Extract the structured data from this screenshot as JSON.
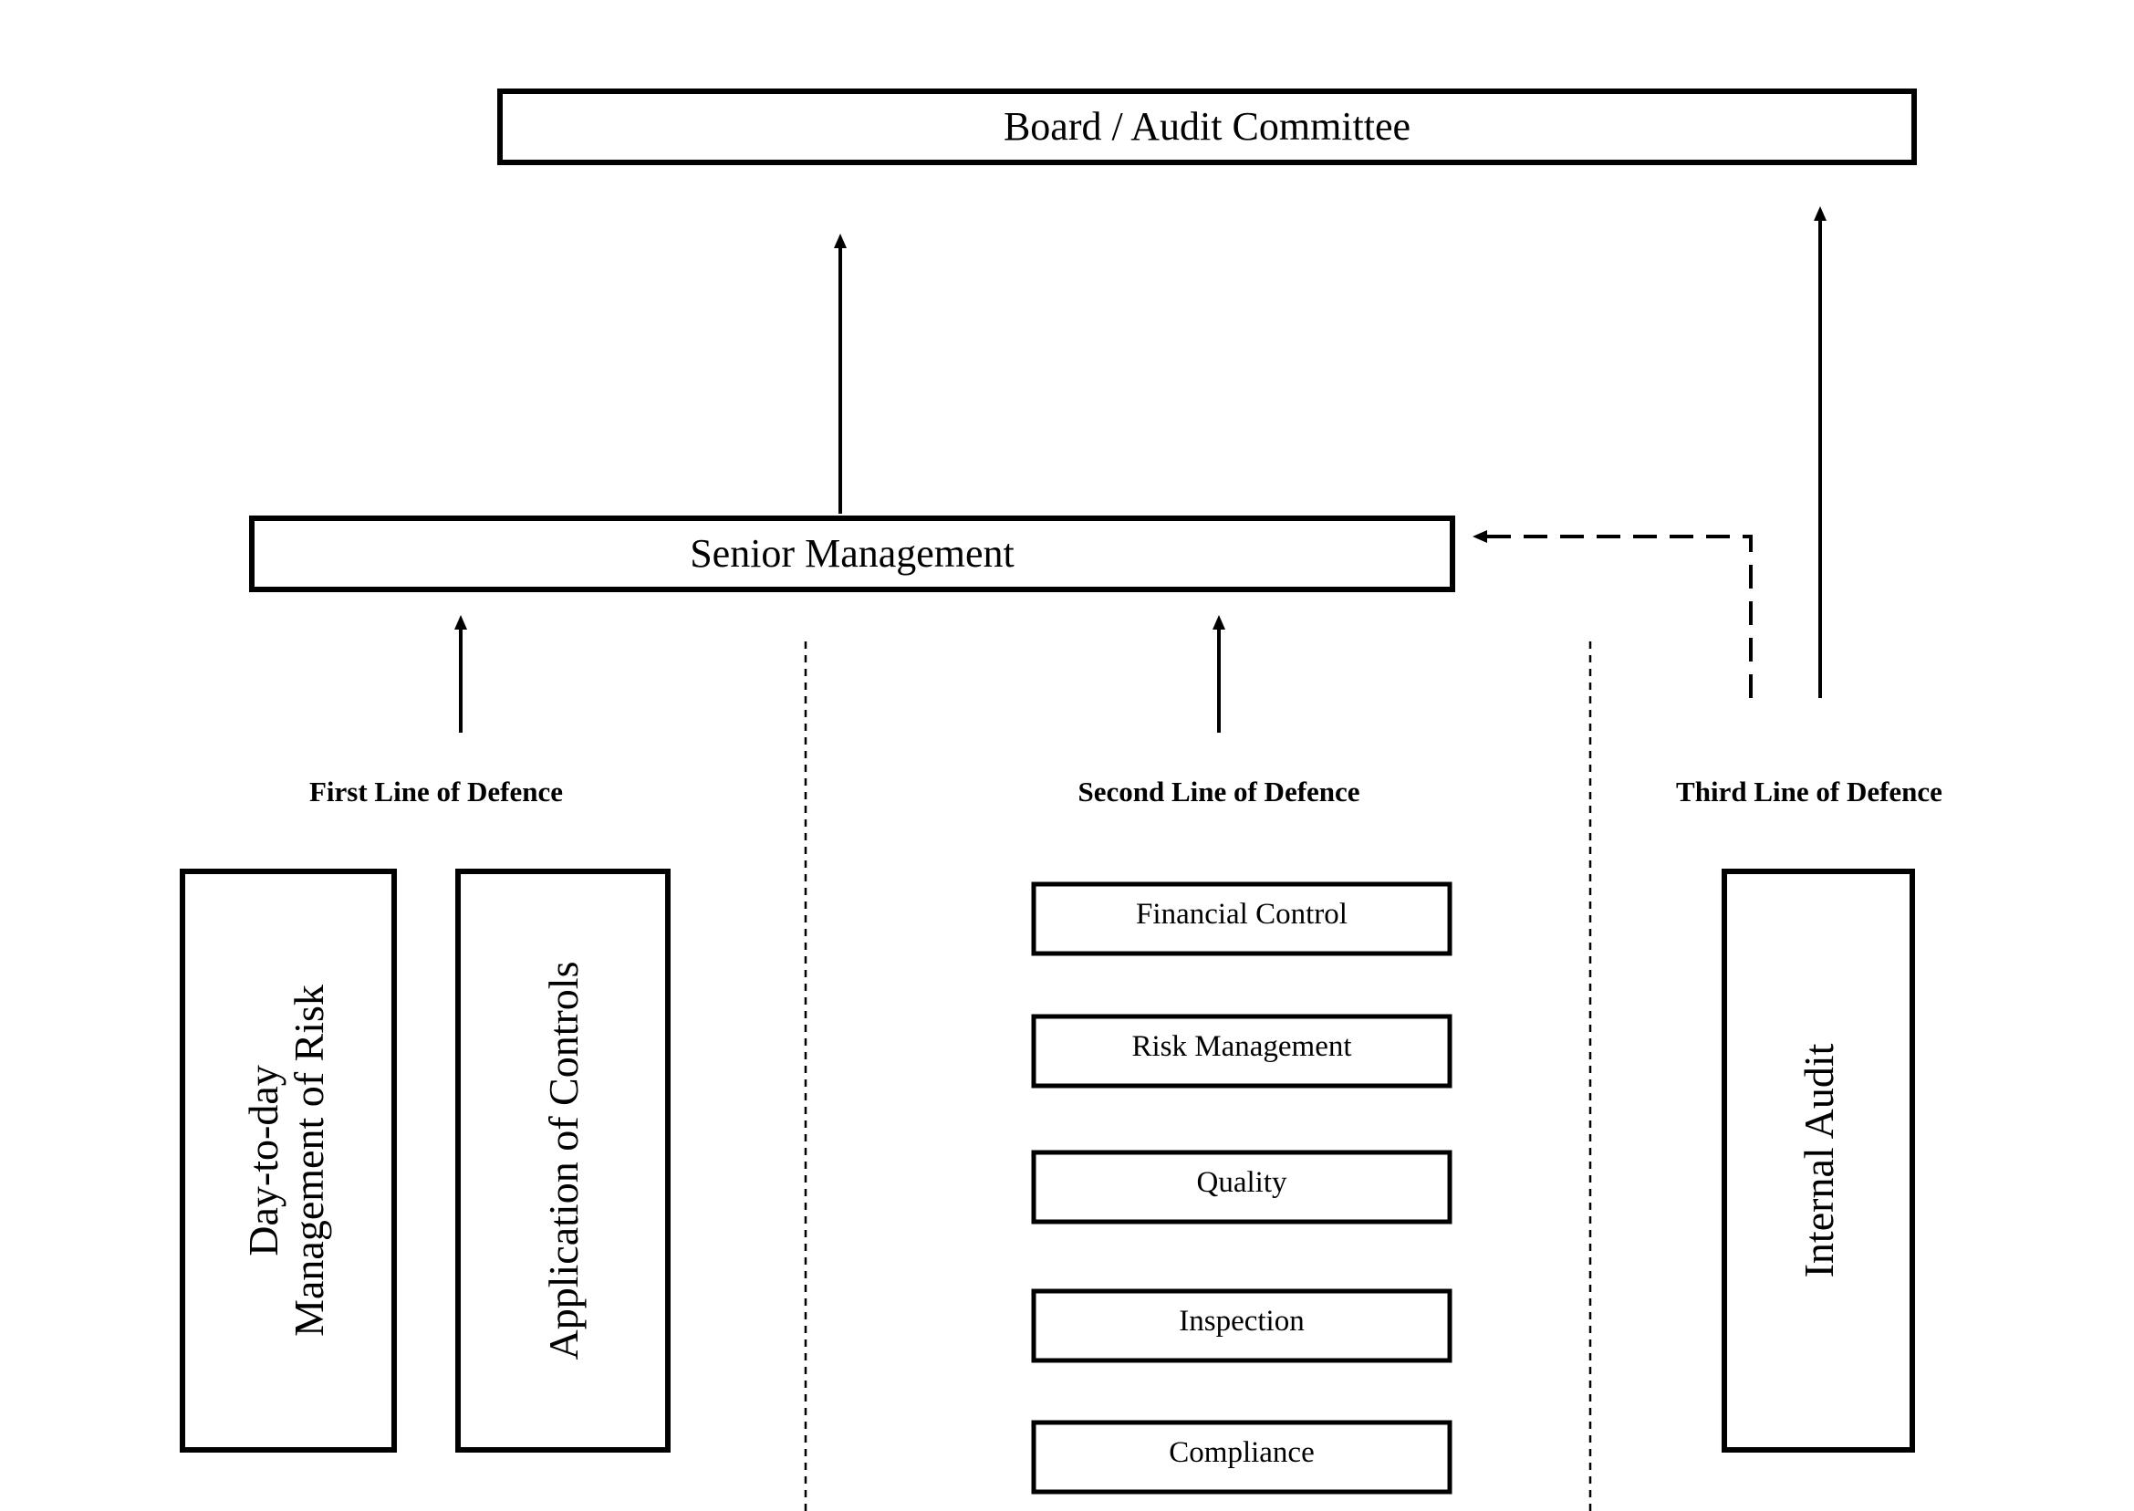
{
  "board": {
    "label": "Board / Audit Committee"
  },
  "senior_management": {
    "label": "Senior Management"
  },
  "lines": {
    "first": {
      "heading": "First Line of Defence",
      "boxes": {
        "day_to_day": {
          "line1": "Day-to-day",
          "line2": "Management of Risk"
        },
        "application": {
          "label": "Application of Controls"
        }
      }
    },
    "second": {
      "heading": "Second Line of Defence",
      "functions": [
        "Financial Control",
        "Risk Management",
        "Quality",
        "Inspection",
        "Compliance"
      ]
    },
    "third": {
      "heading": "Third Line of Defence",
      "boxes": {
        "internal_audit": {
          "label": "Internal Audit"
        }
      }
    }
  }
}
